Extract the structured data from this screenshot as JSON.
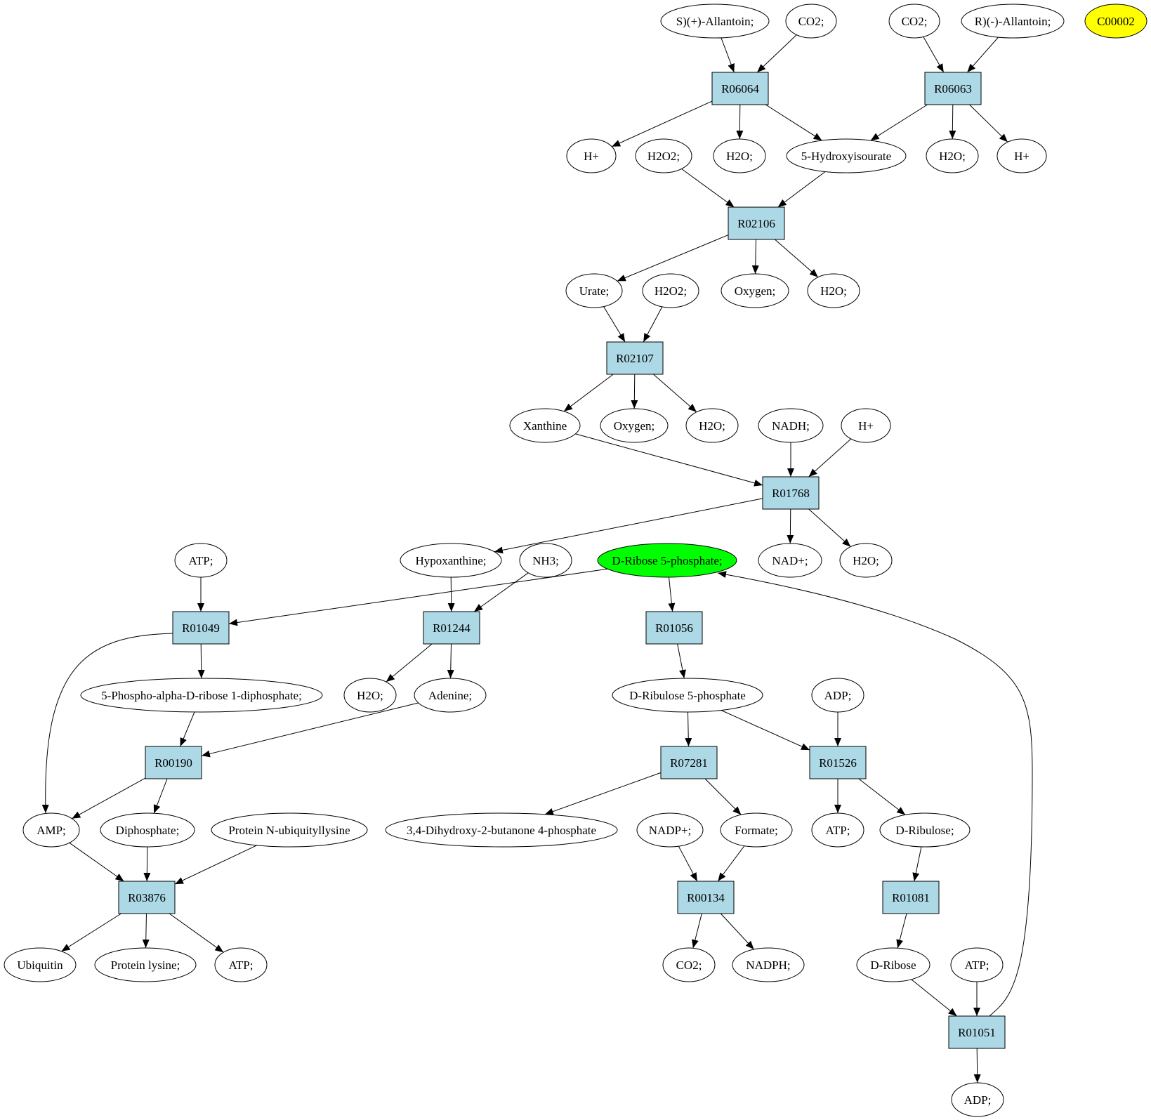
{
  "diagram": {
    "type": "metabolic-pathway-graph",
    "colors": {
      "reaction_fill": "#add8e6",
      "compound_fill": "#ffffff",
      "highlight_fill": "#00ff00",
      "orphan_fill": "#ffff00",
      "stroke": "#000000"
    },
    "nodes": [
      {
        "id": "c_sallantoin",
        "kind": "compound",
        "label": "S)(+)-Allantoin;"
      },
      {
        "id": "c_co2_a",
        "kind": "compound",
        "label": "CO2;"
      },
      {
        "id": "c_co2_b",
        "kind": "compound",
        "label": "CO2;"
      },
      {
        "id": "c_rallantoin",
        "kind": "compound",
        "label": "R)(-)-Allantoin;"
      },
      {
        "id": "c_c00002",
        "kind": "compound",
        "label": "C00002",
        "style": "orphan"
      },
      {
        "id": "r_R06064",
        "kind": "reaction",
        "label": "R06064"
      },
      {
        "id": "r_R06063",
        "kind": "reaction",
        "label": "R06063"
      },
      {
        "id": "c_hplus_a",
        "kind": "compound",
        "label": "H+"
      },
      {
        "id": "c_h2o2_a",
        "kind": "compound",
        "label": "H2O2;"
      },
      {
        "id": "c_h2o_a",
        "kind": "compound",
        "label": "H2O;"
      },
      {
        "id": "c_5hiu",
        "kind": "compound",
        "label": "5-Hydroxyisourate"
      },
      {
        "id": "c_h2o_b",
        "kind": "compound",
        "label": "H2O;"
      },
      {
        "id": "c_hplus_b",
        "kind": "compound",
        "label": "H+"
      },
      {
        "id": "r_R02106",
        "kind": "reaction",
        "label": "R02106"
      },
      {
        "id": "c_urate",
        "kind": "compound",
        "label": "Urate;"
      },
      {
        "id": "c_h2o2_b",
        "kind": "compound",
        "label": "H2O2;"
      },
      {
        "id": "c_oxygen_a",
        "kind": "compound",
        "label": "Oxygen;"
      },
      {
        "id": "c_h2o_c",
        "kind": "compound",
        "label": "H2O;"
      },
      {
        "id": "r_R02107",
        "kind": "reaction",
        "label": "R02107"
      },
      {
        "id": "c_xanthine",
        "kind": "compound",
        "label": "Xanthine"
      },
      {
        "id": "c_oxygen_b",
        "kind": "compound",
        "label": "Oxygen;"
      },
      {
        "id": "c_h2o_d",
        "kind": "compound",
        "label": "H2O;"
      },
      {
        "id": "c_nadh",
        "kind": "compound",
        "label": "NADH;"
      },
      {
        "id": "c_hplus_c",
        "kind": "compound",
        "label": "H+"
      },
      {
        "id": "r_R01768",
        "kind": "reaction",
        "label": "R01768"
      },
      {
        "id": "c_atp_a",
        "kind": "compound",
        "label": "ATP;"
      },
      {
        "id": "c_hypoxanthine",
        "kind": "compound",
        "label": "Hypoxanthine;"
      },
      {
        "id": "c_nh3",
        "kind": "compound",
        "label": "NH3;"
      },
      {
        "id": "c_r5p",
        "kind": "compound",
        "label": "D-Ribose 5-phosphate;",
        "style": "highlight"
      },
      {
        "id": "c_nadplus",
        "kind": "compound",
        "label": "NAD+;"
      },
      {
        "id": "c_h2o_e",
        "kind": "compound",
        "label": "H2O;"
      },
      {
        "id": "r_R01049",
        "kind": "reaction",
        "label": "R01049"
      },
      {
        "id": "r_R01244",
        "kind": "reaction",
        "label": "R01244"
      },
      {
        "id": "r_R01056",
        "kind": "reaction",
        "label": "R01056"
      },
      {
        "id": "c_prpp",
        "kind": "compound",
        "label": "5-Phospho-alpha-D-ribose 1-diphosphate;"
      },
      {
        "id": "c_h2o_f",
        "kind": "compound",
        "label": "H2O;"
      },
      {
        "id": "c_adenine",
        "kind": "compound",
        "label": "Adenine;"
      },
      {
        "id": "c_ru5p",
        "kind": "compound",
        "label": "D-Ribulose 5-phosphate"
      },
      {
        "id": "c_adp_a",
        "kind": "compound",
        "label": "ADP;"
      },
      {
        "id": "r_R00190",
        "kind": "reaction",
        "label": "R00190"
      },
      {
        "id": "r_R07281",
        "kind": "reaction",
        "label": "R07281"
      },
      {
        "id": "r_R01526",
        "kind": "reaction",
        "label": "R01526"
      },
      {
        "id": "c_amp",
        "kind": "compound",
        "label": "AMP;"
      },
      {
        "id": "c_diphosphate",
        "kind": "compound",
        "label": "Diphosphate;"
      },
      {
        "id": "c_protubi",
        "kind": "compound",
        "label": "Protein N-ubiquityllysine"
      },
      {
        "id": "c_dhbp",
        "kind": "compound",
        "label": "3,4-Dihydroxy-2-butanone 4-phosphate"
      },
      {
        "id": "c_nadpplus",
        "kind": "compound",
        "label": "NADP+;"
      },
      {
        "id": "c_formate",
        "kind": "compound",
        "label": "Formate;"
      },
      {
        "id": "c_atp_b",
        "kind": "compound",
        "label": "ATP;"
      },
      {
        "id": "c_dribulose",
        "kind": "compound",
        "label": "D-Ribulose;"
      },
      {
        "id": "r_R03876",
        "kind": "reaction",
        "label": "R03876"
      },
      {
        "id": "r_R00134",
        "kind": "reaction",
        "label": "R00134"
      },
      {
        "id": "r_R01081",
        "kind": "reaction",
        "label": "R01081"
      },
      {
        "id": "c_ubiquitin",
        "kind": "compound",
        "label": "Ubiquitin"
      },
      {
        "id": "c_protlys",
        "kind": "compound",
        "label": "Protein lysine;"
      },
      {
        "id": "c_atp_c",
        "kind": "compound",
        "label": "ATP;"
      },
      {
        "id": "c_co2_c",
        "kind": "compound",
        "label": "CO2;"
      },
      {
        "id": "c_nadph",
        "kind": "compound",
        "label": "NADPH;"
      },
      {
        "id": "c_dribose",
        "kind": "compound",
        "label": "D-Ribose"
      },
      {
        "id": "c_atp_d",
        "kind": "compound",
        "label": "ATP;"
      },
      {
        "id": "r_R01051",
        "kind": "reaction",
        "label": "R01051"
      },
      {
        "id": "c_adp_b",
        "kind": "compound",
        "label": "ADP;"
      }
    ],
    "edges": [
      {
        "from": "c_sallantoin",
        "to": "r_R06064"
      },
      {
        "from": "c_co2_a",
        "to": "r_R06064"
      },
      {
        "from": "c_co2_b",
        "to": "r_R06063"
      },
      {
        "from": "c_rallantoin",
        "to": "r_R06063"
      },
      {
        "from": "r_R06064",
        "to": "c_hplus_a"
      },
      {
        "from": "r_R06064",
        "to": "c_h2o_a"
      },
      {
        "from": "r_R06064",
        "to": "c_5hiu"
      },
      {
        "from": "r_R06063",
        "to": "c_5hiu"
      },
      {
        "from": "r_R06063",
        "to": "c_h2o_b"
      },
      {
        "from": "r_R06063",
        "to": "c_hplus_b"
      },
      {
        "from": "c_h2o2_a",
        "to": "r_R02106"
      },
      {
        "from": "c_5hiu",
        "to": "r_R02106"
      },
      {
        "from": "r_R02106",
        "to": "c_urate"
      },
      {
        "from": "r_R02106",
        "to": "c_oxygen_a"
      },
      {
        "from": "r_R02106",
        "to": "c_h2o_c"
      },
      {
        "from": "c_urate",
        "to": "r_R02107"
      },
      {
        "from": "c_h2o2_b",
        "to": "r_R02107"
      },
      {
        "from": "r_R02107",
        "to": "c_xanthine"
      },
      {
        "from": "r_R02107",
        "to": "c_oxygen_b"
      },
      {
        "from": "r_R02107",
        "to": "c_h2o_d"
      },
      {
        "from": "c_xanthine",
        "to": "r_R01768"
      },
      {
        "from": "c_nadh",
        "to": "r_R01768"
      },
      {
        "from": "c_hplus_c",
        "to": "r_R01768"
      },
      {
        "from": "r_R01768",
        "to": "c_hypoxanthine"
      },
      {
        "from": "r_R01768",
        "to": "c_nadplus"
      },
      {
        "from": "r_R01768",
        "to": "c_h2o_e"
      },
      {
        "from": "c_atp_a",
        "to": "r_R01049"
      },
      {
        "from": "c_r5p",
        "to": "r_R01049"
      },
      {
        "from": "c_hypoxanthine",
        "to": "r_R01244"
      },
      {
        "from": "c_nh3",
        "to": "r_R01244"
      },
      {
        "from": "c_r5p",
        "to": "r_R01056"
      },
      {
        "from": "r_R01049",
        "to": "c_prpp"
      },
      {
        "from": "r_R01049",
        "to": "c_amp"
      },
      {
        "from": "r_R01244",
        "to": "c_h2o_f"
      },
      {
        "from": "r_R01244",
        "to": "c_adenine"
      },
      {
        "from": "r_R01056",
        "to": "c_ru5p"
      },
      {
        "from": "c_prpp",
        "to": "r_R00190"
      },
      {
        "from": "c_adenine",
        "to": "r_R00190"
      },
      {
        "from": "c_ru5p",
        "to": "r_R07281"
      },
      {
        "from": "c_ru5p",
        "to": "r_R01526"
      },
      {
        "from": "c_adp_a",
        "to": "r_R01526"
      },
      {
        "from": "r_R00190",
        "to": "c_amp"
      },
      {
        "from": "r_R00190",
        "to": "c_diphosphate"
      },
      {
        "from": "r_R07281",
        "to": "c_dhbp"
      },
      {
        "from": "r_R07281",
        "to": "c_formate"
      },
      {
        "from": "r_R01526",
        "to": "c_atp_b"
      },
      {
        "from": "r_R01526",
        "to": "c_dribulose"
      },
      {
        "from": "c_amp",
        "to": "r_R03876"
      },
      {
        "from": "c_diphosphate",
        "to": "r_R03876"
      },
      {
        "from": "c_protubi",
        "to": "r_R03876"
      },
      {
        "from": "c_nadpplus",
        "to": "r_R00134"
      },
      {
        "from": "c_formate",
        "to": "r_R00134"
      },
      {
        "from": "c_dribulose",
        "to": "r_R01081"
      },
      {
        "from": "r_R03876",
        "to": "c_ubiquitin"
      },
      {
        "from": "r_R03876",
        "to": "c_protlys"
      },
      {
        "from": "r_R03876",
        "to": "c_atp_c"
      },
      {
        "from": "r_R00134",
        "to": "c_co2_c"
      },
      {
        "from": "r_R00134",
        "to": "c_nadph"
      },
      {
        "from": "r_R01081",
        "to": "c_dribose"
      },
      {
        "from": "c_dribose",
        "to": "r_R01051"
      },
      {
        "from": "c_atp_d",
        "to": "r_R01051"
      },
      {
        "from": "r_R01051",
        "to": "c_adp_b"
      },
      {
        "from": "r_R01051",
        "to": "c_r5p"
      }
    ]
  }
}
